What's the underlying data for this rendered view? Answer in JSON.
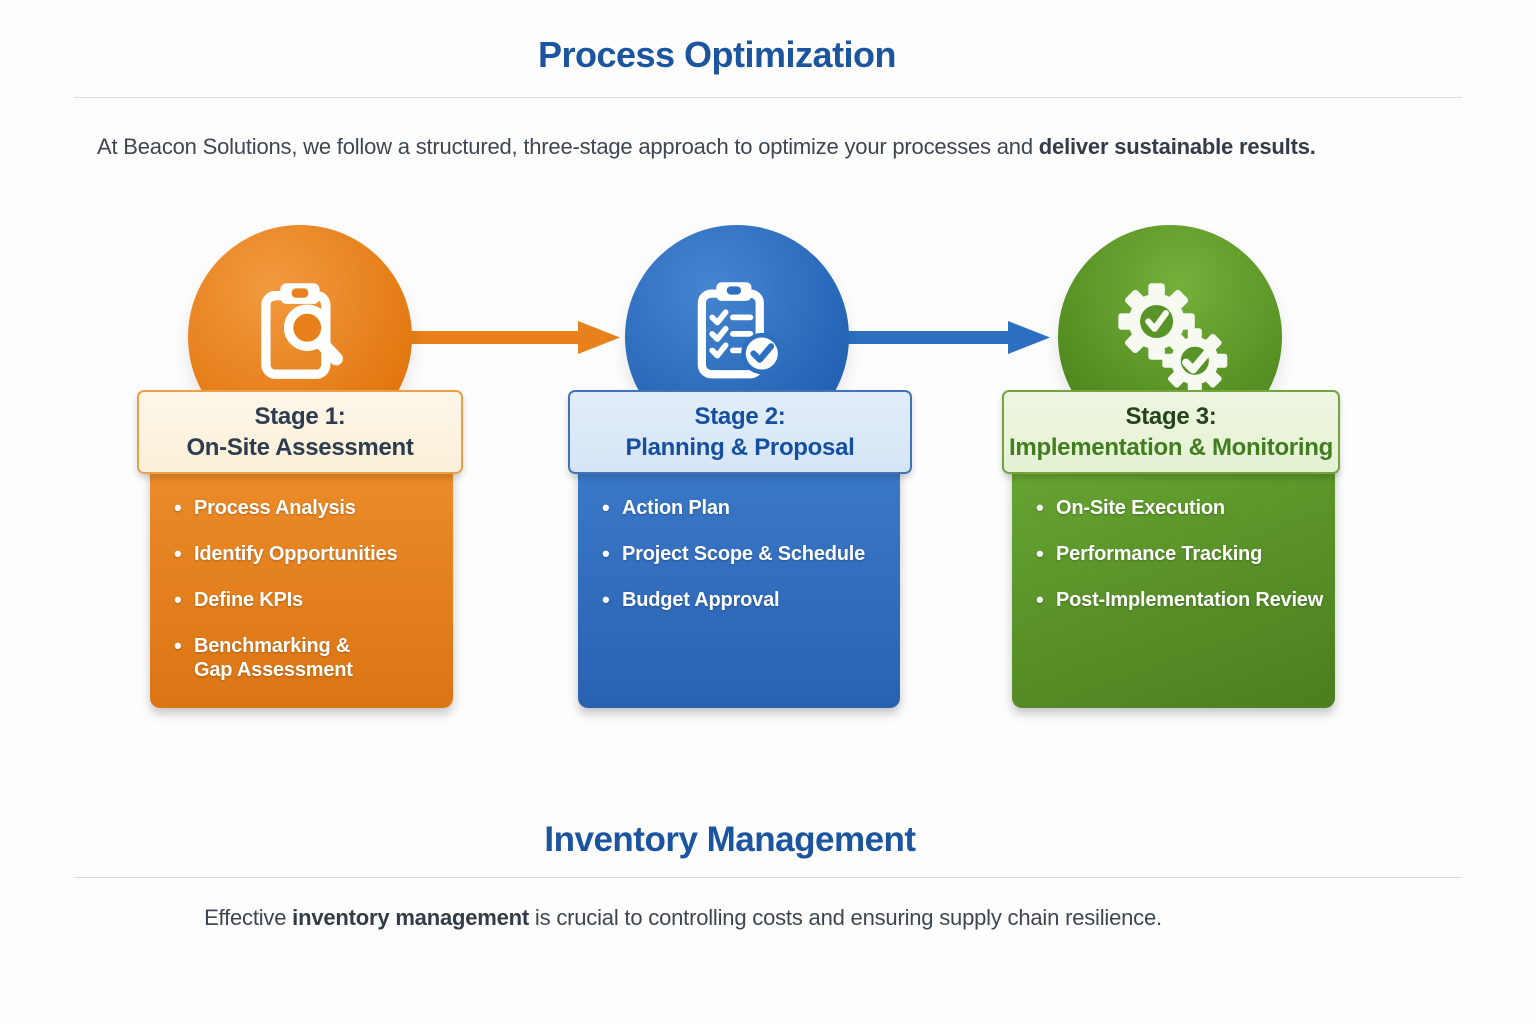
{
  "colors": {
    "title_blue": "#1B55A0",
    "stage1_orange": "#E8811C",
    "stage2_blue": "#2D6FC1",
    "stage3_green": "#579329",
    "body_text": "#3D4651"
  },
  "header": {
    "title": "Process Optimization",
    "intro_normal": "At Beacon Solutions, we follow a structured, three-stage approach to optimize your processes and ",
    "intro_bold": "deliver sustainable results."
  },
  "stages": [
    {
      "title_line1": "Stage 1:",
      "title_line2": "On-Site Assessment",
      "icon": "clipboard-magnifier-icon",
      "bullets": [
        "Process Analysis",
        "Identify Opportunities",
        "Define KPIs",
        "Benchmarking &\nGap Assessment"
      ]
    },
    {
      "title_line1": "Stage 2:",
      "title_line2": "Planning & Proposal",
      "icon": "checklist-check-icon",
      "bullets": [
        "Action Plan",
        "Project Scope & Schedule",
        "Budget Approval"
      ]
    },
    {
      "title_line1": "Stage 3:",
      "title_line2": "Implementation & Monitoring",
      "icon": "gears-check-icon",
      "bullets": [
        "On-Site Execution",
        "Performance Tracking",
        "Post-Implementation Review"
      ]
    }
  ],
  "section2": {
    "title": "Inventory Management",
    "text_normal_prefix": "Effective ",
    "text_bold": "inventory management",
    "text_normal_suffix": " is crucial to controlling costs and ensuring supply chain resilience."
  }
}
